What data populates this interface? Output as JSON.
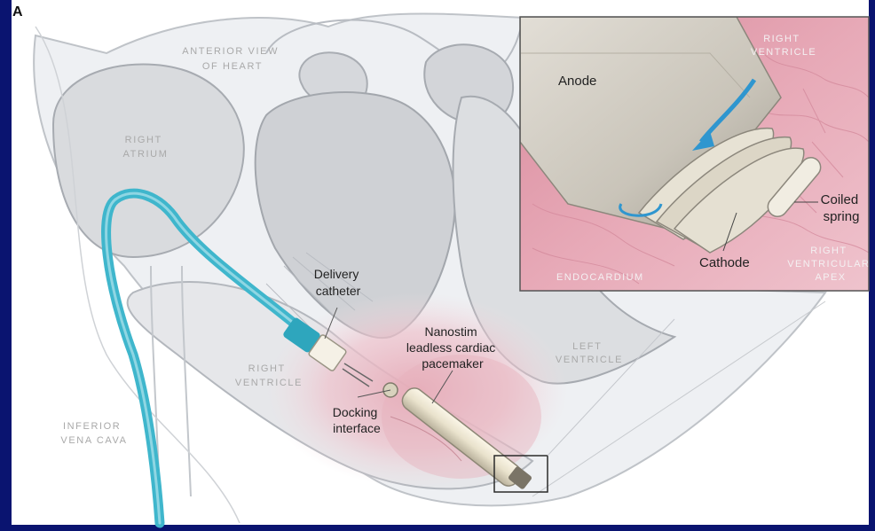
{
  "figure": {
    "panel_letter": "A",
    "heart_view": [
      "ANTERIOR VIEW",
      "OF HEART"
    ],
    "right_atrium": [
      "RIGHT",
      "ATRIUM"
    ],
    "right_ventricle": [
      "RIGHT",
      "VENTRICLE"
    ],
    "left_ventricle": [
      "LEFT",
      "VENTRICLE"
    ],
    "inferior_vena_cava": [
      "INFERIOR",
      "VENA CAVA"
    ],
    "delivery_catheter": [
      "Delivery",
      "catheter"
    ],
    "pacemaker": [
      "Nanostim",
      "leadless cardiac",
      "pacemaker"
    ],
    "docking_interface": [
      "Docking",
      "interface"
    ]
  },
  "inset": {
    "anode": "Anode",
    "right_ventricle": [
      "RIGHT",
      "VENTRICLE"
    ],
    "coiled_spring": [
      "Coiled",
      "spring"
    ],
    "cathode": "Cathode",
    "endocardium": "ENDOCARDIUM",
    "right_ventricular_apex": [
      "RIGHT",
      "VENTRICULAR",
      "APEX"
    ]
  },
  "colors": {
    "frame_border": "#0a1470",
    "catheter_blue": "#3fb6cc",
    "heart_grey": "#cfcfd2",
    "tissue_pink": "#e9aebd",
    "inset_arrow": "#2f96cf"
  }
}
